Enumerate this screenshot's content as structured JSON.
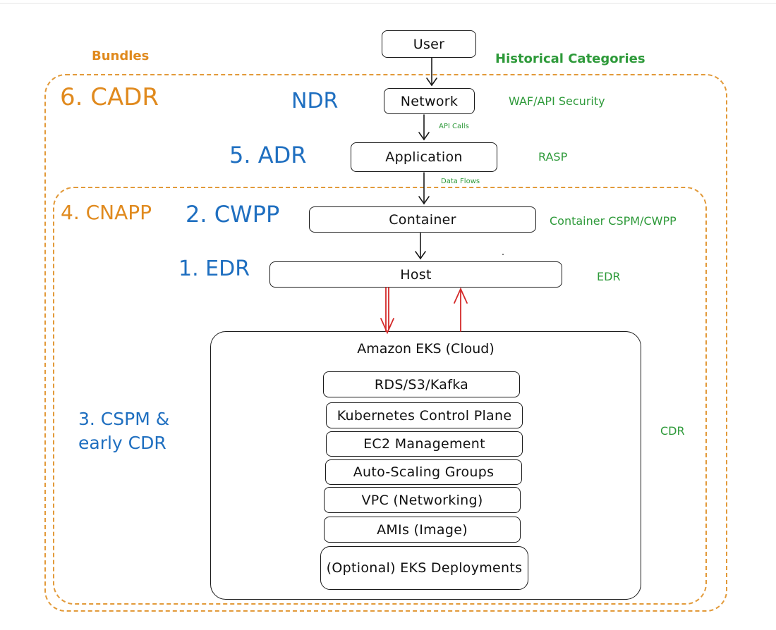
{
  "headers": {
    "bundles": "Bundles",
    "historical": "Historical Categories"
  },
  "bundles": {
    "cadr": "6. CADR",
    "cnapp": "4. CNAPP"
  },
  "detections": {
    "ndr": "NDR",
    "adr": "5. ADR",
    "cwpp": "2. CWPP",
    "edr": "1. EDR",
    "cspm_line1": "3. CSPM &",
    "cspm_line2": "early CDR"
  },
  "historical": {
    "waf": "WAF/API Security",
    "rasp": "RASP",
    "container": "Container CSPM/CWPP",
    "edr": "EDR",
    "cdr": "CDR"
  },
  "layers": {
    "user": "User",
    "network": "Network",
    "application": "Application",
    "container": "Container",
    "host": "Host"
  },
  "flows": {
    "api_calls": "API Calls",
    "data_flows": "Data Flows"
  },
  "cloud": {
    "title": "Amazon EKS (Cloud)",
    "items": [
      "RDS/S3/Kafka",
      "Kubernetes Control Plane",
      "EC2 Management",
      "Auto-Scaling Groups",
      "VPC (Networking)",
      "AMIs (Image)",
      "(Optional) EKS Deployments"
    ]
  },
  "colors": {
    "orange": "#e08a1e",
    "blue": "#1f6fc0",
    "green": "#2e9a3a",
    "red_arrow": "#d42a2a"
  }
}
